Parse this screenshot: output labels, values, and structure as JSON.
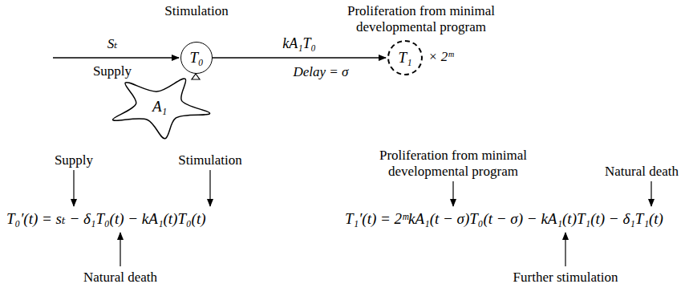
{
  "diagram": {
    "nodes": [
      {
        "text": [
          "T₀"
        ]
      },
      {
        "text": [
          "A₁"
        ]
      },
      {
        "text": [
          "T₁"
        ]
      }
    ],
    "edges": [
      {
        "from": 0,
        "to": 2,
        "arrow": "to",
        "label": "kA₁T₀"
      }
    ],
    "labels": [
      "Stimulation",
      "Sₜ",
      "Supply",
      "Delay = σ",
      "× 2ᵐ",
      "Proliferation from minimal developmental program",
      "T₀′(t) = sₜ − δ₁T₀(t) − kA₁(t)T₀(t)",
      "Supply",
      "Stimulation",
      "Natural death",
      "Proliferation from minimal developmental program",
      "T₁′(t) = 2ᵐkA₁(t − σ)T₀(t − σ) − kA₁(t)T₁(t) − δ₁T₁(t)",
      "Natural death",
      "Further stimulation"
    ]
  }
}
